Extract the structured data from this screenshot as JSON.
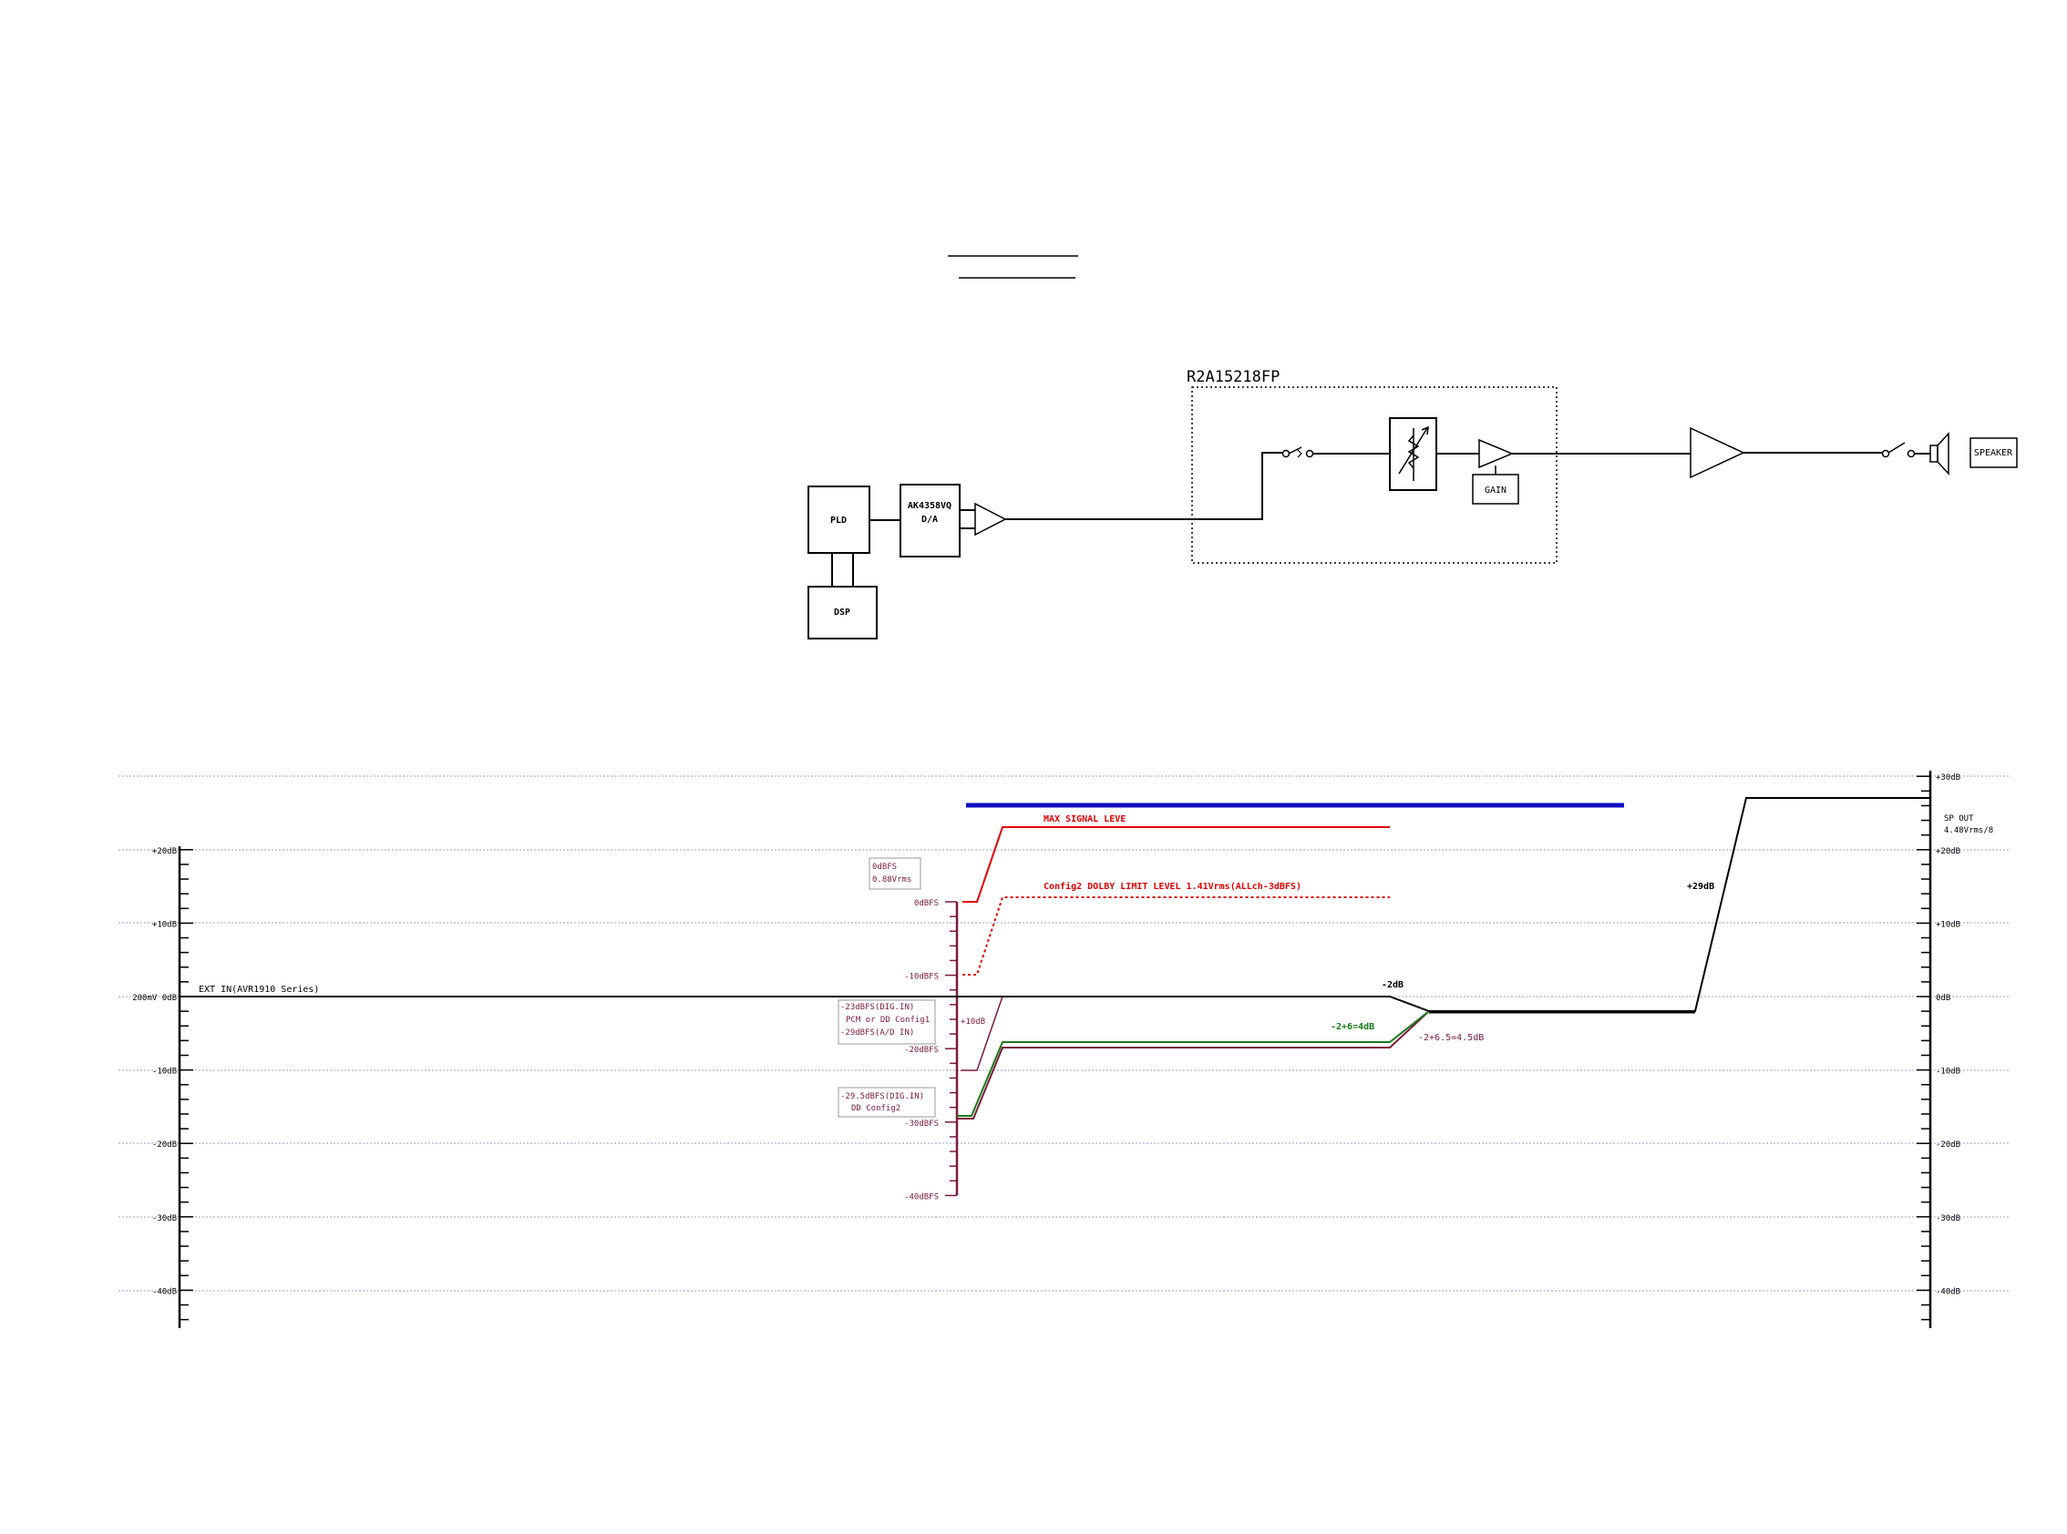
{
  "colors": {
    "line": "#000000",
    "grid": "#9aa0d0",
    "red": "#e00000",
    "maroon": "#7a1a3a",
    "green": "#1a7a1a",
    "blue": "#1010c0"
  },
  "block": {
    "chip_label": "R2A15218FP",
    "pld": "PLD",
    "dac_line1": "AK4358VQ",
    "dac_line2": "D/A",
    "dsp": "DSP",
    "gain": "GAIN",
    "speaker": "SPEAKER"
  },
  "level": {
    "left_ticks": [
      "+20dB",
      "+10dB",
      "200mV  0dB",
      "-10dB",
      "-20dB",
      "-30dB",
      "-40dB"
    ],
    "right_ticks": [
      "+30dB",
      "+20dB",
      "+10dB",
      "0dB",
      "-10dB",
      "-20dB",
      "-30dB",
      "-40dB"
    ],
    "dbfs_ticks": [
      "0dBFS",
      "-10dBFS",
      "-20dBFS",
      "-30dBFS",
      "-40dBFS"
    ],
    "ext_in": "EXT IN(AVR1910 Series)",
    "max_signal": "MAX SIGNAL LEVE",
    "dolby_limit": "Config2  DOLBY LIMIT LEVEL 1.41Vrms(ALLch-3dBFS)",
    "box_0dbfs_l1": "0dBFS",
    "box_0dbfs_l2": "0.88Vrms",
    "box_23_l1": "-23dBFS(DIG.IN)",
    "box_23_l2": "PCM or DD Config1",
    "box_23_l3": "-29dBFS(A/D IN)",
    "box_295_l1": "-29.5dBFS(DIG.IN)",
    "box_295_l2": "DD Config2",
    "plus10db": "+10dB",
    "minus2db": "-2dB",
    "green_label": "-2+6=4dB",
    "maroon_label": "-2+6.5=4.5dB",
    "plus29db": "+29dB",
    "sp_out_l1": "SP OUT",
    "sp_out_l2": "4.48Vrms/8"
  }
}
